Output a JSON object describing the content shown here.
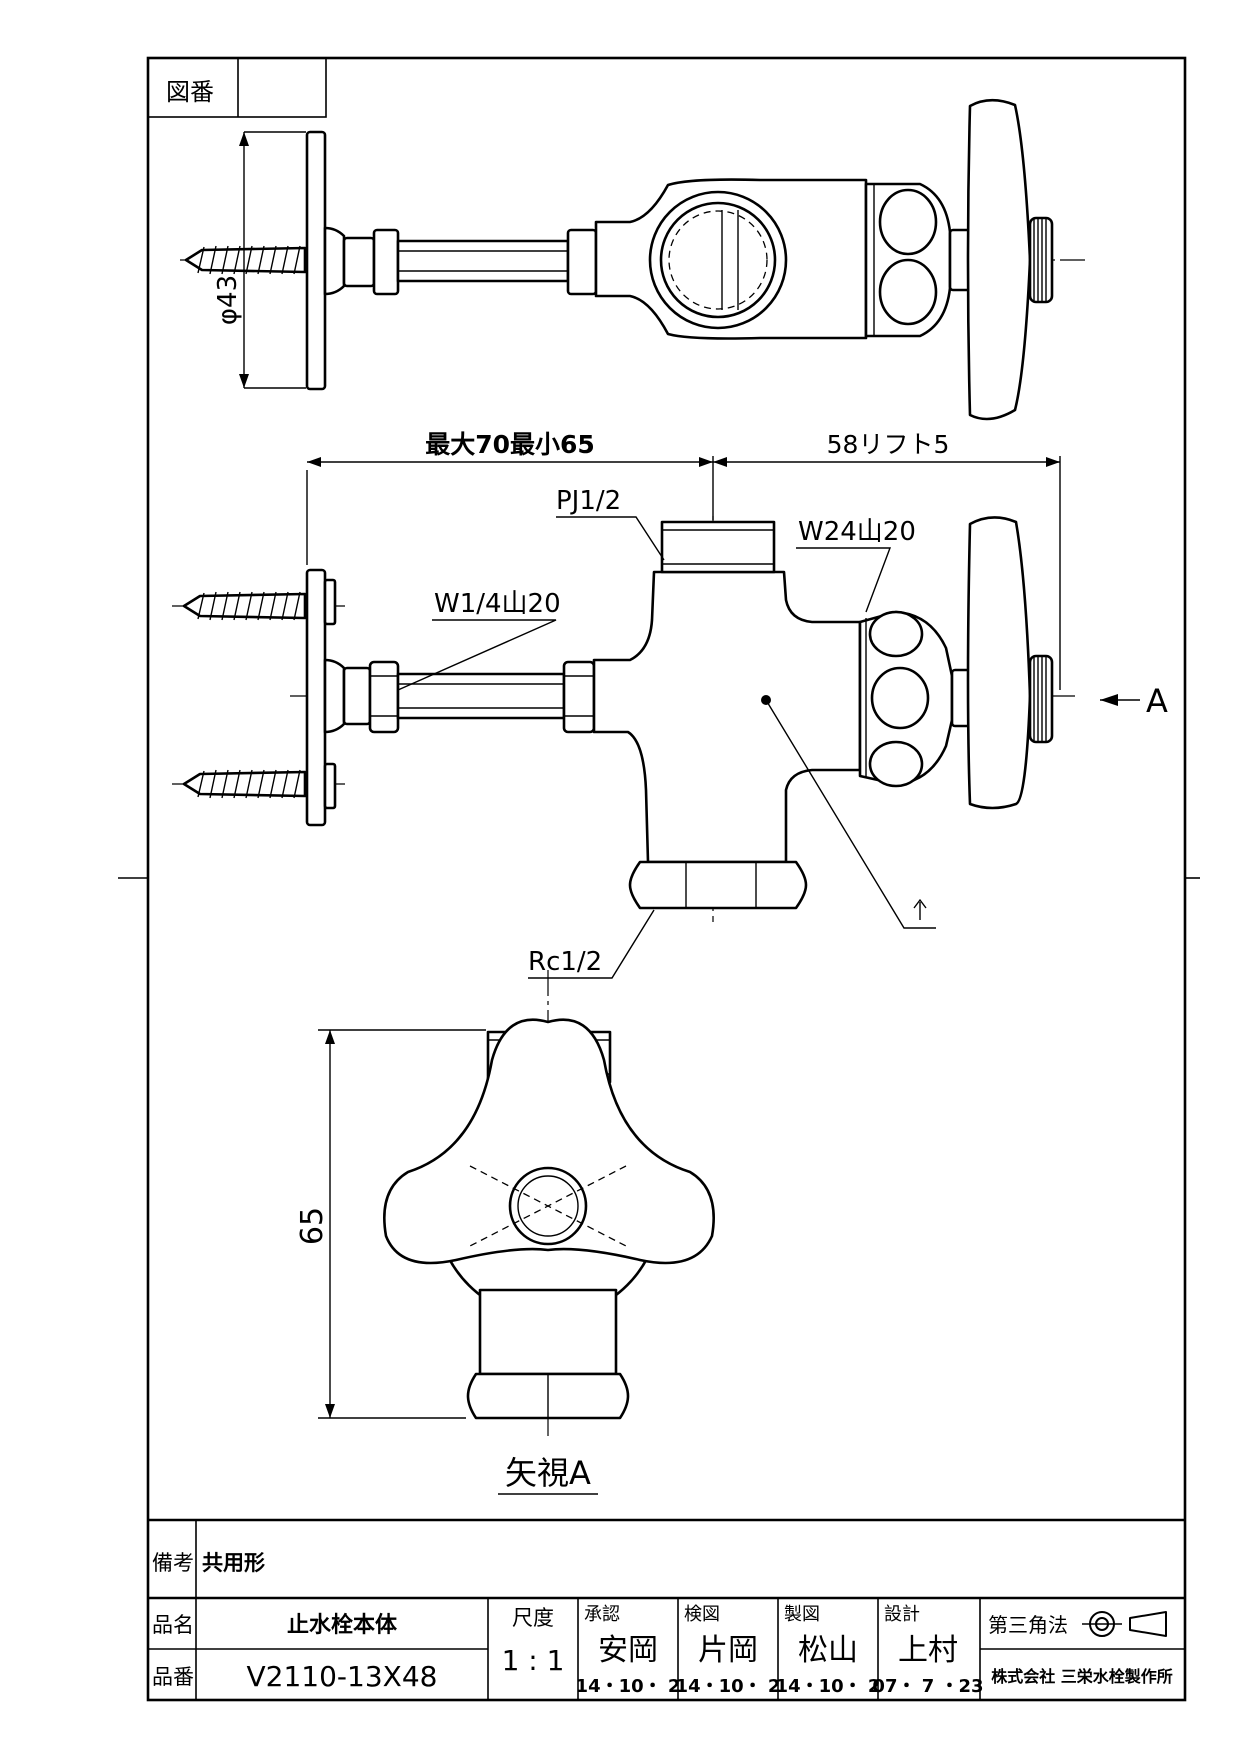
{
  "frame": {
    "drawing_no_label": "図番",
    "drawing_no_value": ""
  },
  "dimensions": {
    "flange_dia": "φ43",
    "left_span": "最大70最小65",
    "right_span": "58リフト5",
    "thread_top": "PJ1/2",
    "thread_right": "W24山20",
    "thread_left": "W1/4山20",
    "thread_bottom": "Rc1/2",
    "view_arrow": "A",
    "height_65": "65"
  },
  "views": {
    "end_view_caption": "矢視A"
  },
  "title_block": {
    "remarks_label": "備考",
    "remarks_value": "共用形",
    "name_label": "品名",
    "name_value": "止水栓本体",
    "part_no_label": "品番",
    "part_no_value": "V2110-13X48",
    "scale_label": "尺度",
    "scale_value": "1 : 1",
    "approvals": [
      {
        "role": "承認",
        "name": "安岡",
        "date": "14・10・ 2"
      },
      {
        "role": "検図",
        "name": "片岡",
        "date": "14・10・ 2"
      },
      {
        "role": "製図",
        "name": "松山",
        "date": "14・10・ 2"
      },
      {
        "role": "設計",
        "name": "上村",
        "date": "07・ 7 ・23"
      }
    ],
    "projection": "第三角法",
    "company": "株式会社 三栄水栓製作所"
  }
}
